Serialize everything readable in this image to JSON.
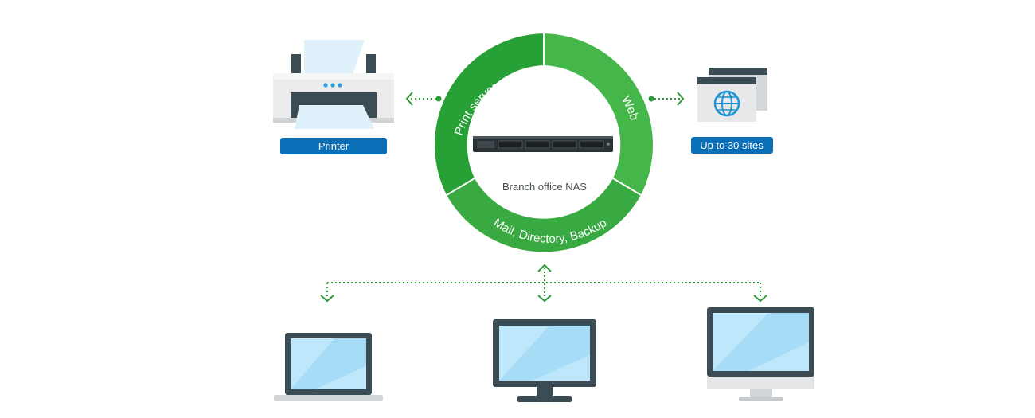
{
  "ring": {
    "center_label": "Branch office NAS",
    "segments": [
      {
        "label": "Print server",
        "color": "#27a135"
      },
      {
        "label": "Web",
        "color": "#45b649"
      },
      {
        "label": "Mail, Directory, Backup",
        "color": "#38aa41"
      }
    ]
  },
  "printer": {
    "label": "Printer",
    "icon": "printer-icon"
  },
  "sites": {
    "label": "Up to 30 sites",
    "icon": "globe-window-icon"
  },
  "clients": [
    {
      "icon": "laptop-icon"
    },
    {
      "icon": "monitor-icon"
    },
    {
      "icon": "desktop-icon"
    }
  ],
  "colors": {
    "badge": "#0b6fb7",
    "connector": "#2e9b3a",
    "device_dark": "#3c4c55",
    "screen": "#bfe7fb"
  }
}
